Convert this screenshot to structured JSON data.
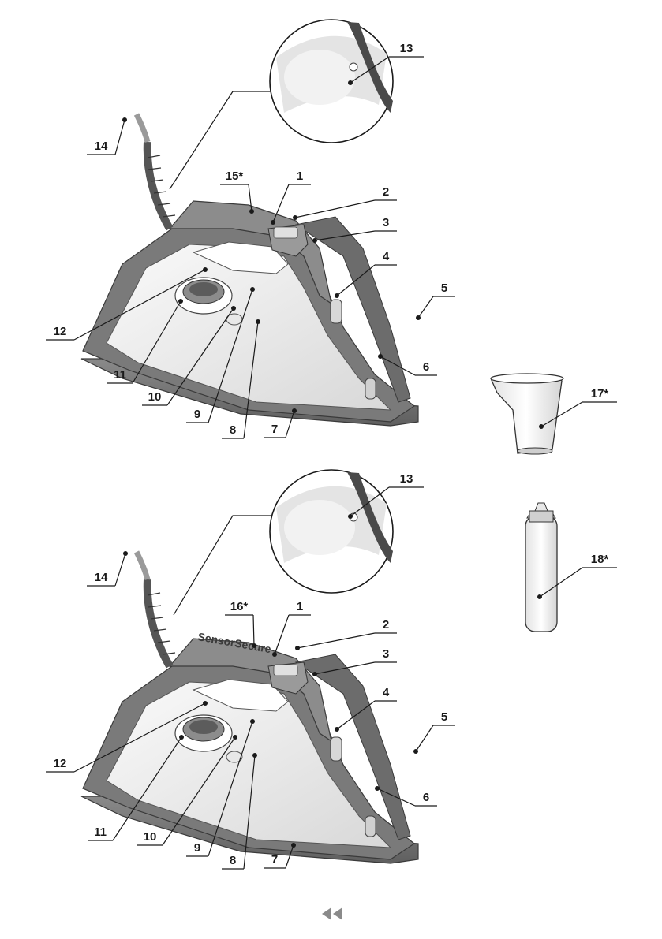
{
  "diagram": {
    "top_iron": {
      "labels": [
        "1",
        "2",
        "3",
        "4",
        "5",
        "6",
        "7",
        "8",
        "9",
        "10",
        "11",
        "12",
        "13",
        "14",
        "15*"
      ]
    },
    "bottom_iron": {
      "labels": [
        "1",
        "2",
        "3",
        "4",
        "5",
        "6",
        "7",
        "8",
        "9",
        "10",
        "11",
        "12",
        "13",
        "14",
        "16*"
      ],
      "brand_text": "SensorSecure"
    },
    "accessories": {
      "cup_label": "17*",
      "bottle_label": "18*"
    }
  },
  "navigation": {
    "icon": "rewind-icon"
  },
  "colors": {
    "dark": "#6b6b6b",
    "mid": "#9a9a9a",
    "light": "#d6d6d6",
    "line": "#1a1a1a"
  }
}
